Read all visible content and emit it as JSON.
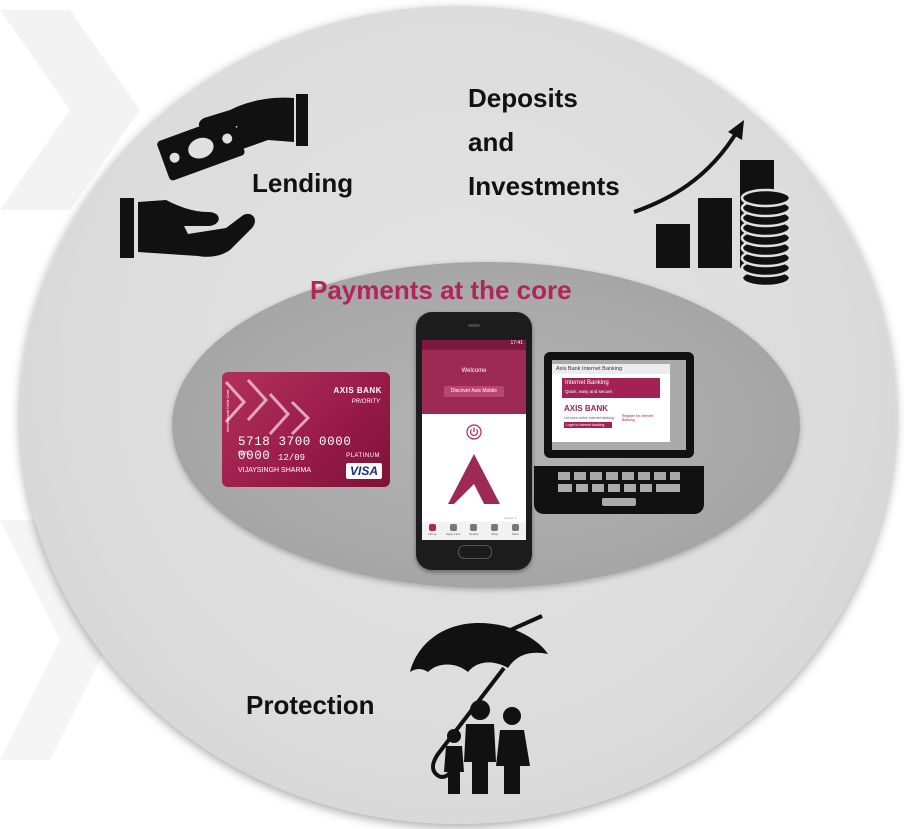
{
  "labels": {
    "lending": "Lending",
    "deposits_line1": "Deposits",
    "deposits_line2": "and",
    "deposits_line3": "Investments",
    "protection": "Protection",
    "core": "Payments at the core"
  },
  "card": {
    "bank": "AXIS BANK",
    "tier_script": "PRIORITY",
    "number": "5718 3700 0000 0000",
    "small_code": "5576",
    "valid_label": "VALID THRU",
    "expiry": "12/09",
    "tier": "PLATINUM",
    "holder": "VIJAYSINGH SHARMA",
    "network": "VISA",
    "side_text": "International Debit Card"
  },
  "phone": {
    "status": "17:41",
    "welcome": "Welcome",
    "discover": "Discover Axis Mobile",
    "tabs": [
      "Home",
      "Apply Now",
      "Nearby",
      "Shop",
      "More"
    ],
    "brandmark": "Version 2"
  },
  "laptop": {
    "title": "Axis Bank Internet Banking",
    "banner_title": "Internet Banking",
    "banner_sub": "Quick, easy and secure.",
    "logo": "AXIS BANK",
    "left_text": "Let extra online internet banking",
    "right_text": "Register for Internet Banking",
    "cta": "Login to internet banking"
  },
  "colors": {
    "accent": "#b2245c",
    "outer_circle": "#dcdcdc",
    "inner_ellipse": "#aaaaaa",
    "icon": "#111111"
  }
}
